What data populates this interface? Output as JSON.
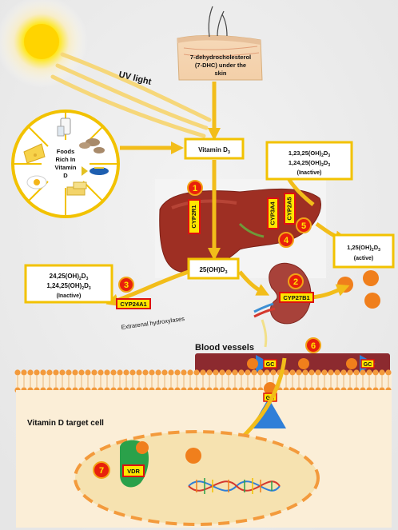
{
  "skin": {
    "line1": "7-dehydrocholesterol",
    "line2": "(7-DHC) under the",
    "line3": "skin"
  },
  "uv_light": "UV light",
  "foods": {
    "line1": "Foods",
    "line2": "Rich In",
    "line3": "Vitamin",
    "line4": "D"
  },
  "vitamin_d3": {
    "main": "Vitamin D",
    "sub": "3"
  },
  "inactive_right": {
    "line1": {
      "a": "1,23,25(OH)",
      "b": "2",
      "c": "D",
      "d": "3"
    },
    "line2": {
      "a": "1,24,25(OH)",
      "b": "2",
      "c": "D",
      "d": "3"
    },
    "line3": "(Inactive)"
  },
  "active": {
    "line1": {
      "a": "1,25(OH)",
      "b": "2",
      "c": "D",
      "d": "3"
    },
    "line2": "(active)"
  },
  "calcidiol": {
    "a": "25(OH)D",
    "b": "3"
  },
  "inactive_left": {
    "line1": {
      "a": "24,25(OH)",
      "b": "2",
      "c": "D",
      "d": "3"
    },
    "line2": {
      "a": "1,24,25(OH)",
      "b": "2",
      "c": "D",
      "d": "3"
    },
    "line3": "(Inactive)"
  },
  "enzymes": {
    "cyp2r1": "CYP2R1",
    "cyp3a4": "CYP3A4",
    "cyp2a5": "CYP2A5",
    "cyp27b1": "CYP27B1",
    "cyp24a1": "CYP24A1"
  },
  "extrarenal": "Extrarenal hydroxylases",
  "blood_vessels": "Blood vessels",
  "gc": "GC",
  "target_cell": "Vitamin D target cell",
  "vdr": "VDR",
  "steps": [
    "1",
    "2",
    "3",
    "4",
    "5",
    "6",
    "7"
  ],
  "colors": {
    "accent": "#f2bd1a",
    "box_border": "#f2c200",
    "step_circle": "#e8200c",
    "enzyme": "#ffe600",
    "liver": "#9e2f23",
    "kidney": "#a8423a",
    "vessel": "#8c2a2f",
    "cell": "#fbeed7",
    "membrane": "#f39a3c",
    "receptor": "#2f7fd8"
  }
}
